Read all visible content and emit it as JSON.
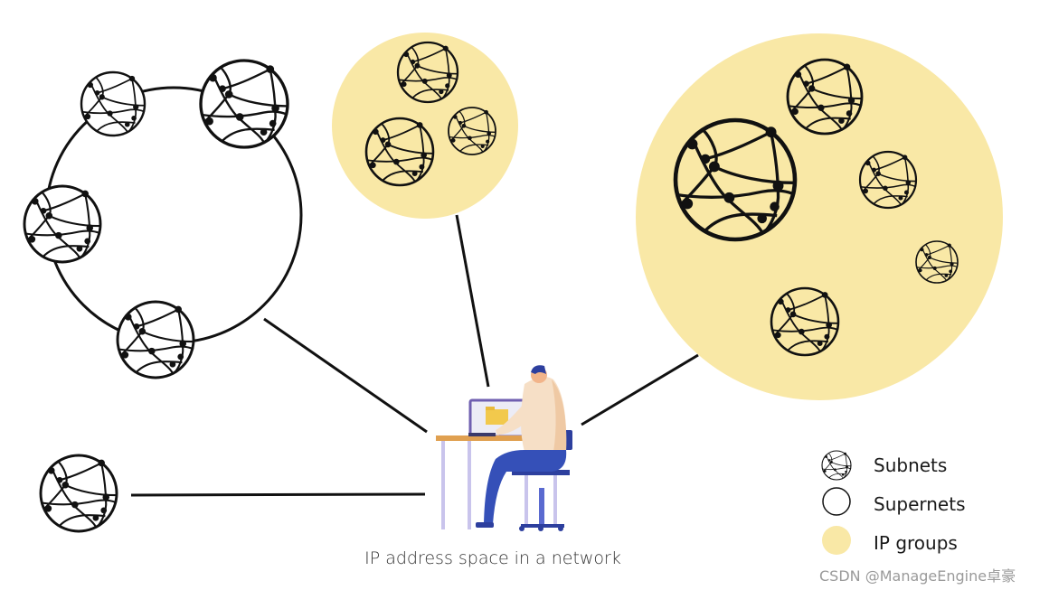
{
  "caption": "IP address space in a network",
  "legend": {
    "items": [
      {
        "label": "Subnets",
        "icon": "subnet-globe-icon"
      },
      {
        "label": "Supernets",
        "icon": "supernet-circle-icon"
      },
      {
        "label": "IP groups",
        "icon": "ip-group-circle-icon"
      }
    ]
  },
  "watermark": "CSDN @ManageEngine卓豪",
  "colors": {
    "ip_group_fill": "#f9e8a6",
    "line": "#111111",
    "desk": "#e0a050",
    "shirt": "#f6dfc6",
    "pants": "#3550b8",
    "chair": "#2d3f9e",
    "folder": "#f2c94c",
    "monitor": "#6f5fb0"
  }
}
